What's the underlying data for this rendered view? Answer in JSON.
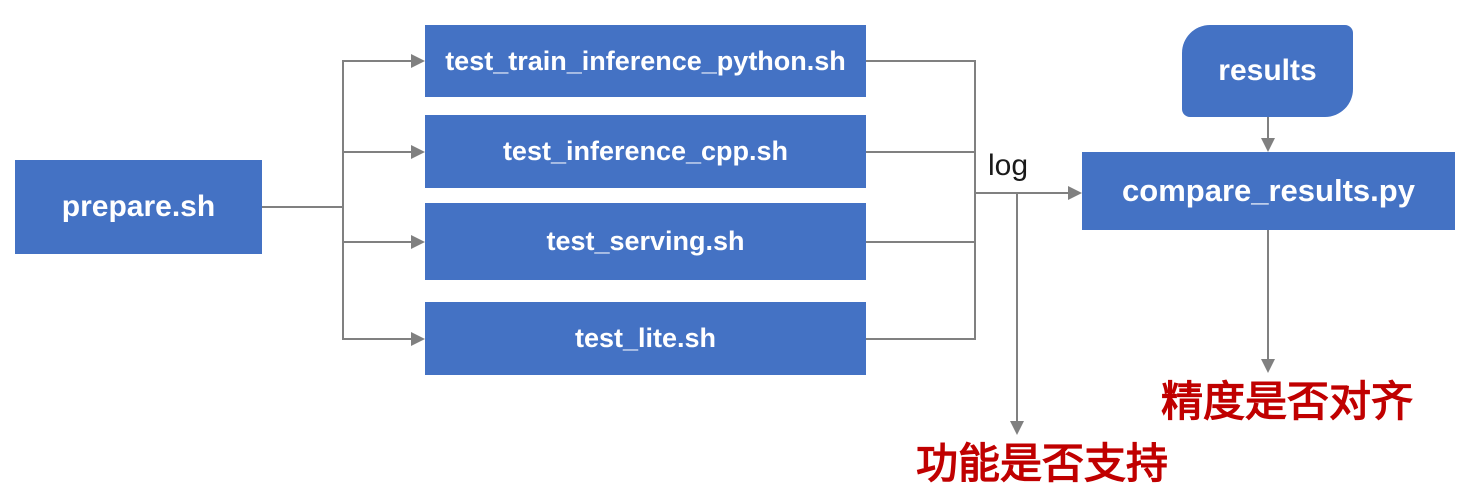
{
  "diagram": {
    "nodes": {
      "prepare": {
        "label": "prepare.sh",
        "shape": "rectangle"
      },
      "test_train": {
        "label": "test_train_inference_python.sh",
        "shape": "rectangle"
      },
      "test_cpp": {
        "label": "test_inference_cpp.sh",
        "shape": "rectangle"
      },
      "test_serving": {
        "label": "test_serving.sh",
        "shape": "rectangle"
      },
      "test_lite": {
        "label": "test_lite.sh",
        "shape": "rectangle"
      },
      "compare": {
        "label": "compare_results.py",
        "shape": "rectangle"
      },
      "results": {
        "label": "results",
        "shape": "rounded-diagonal-rectangle"
      }
    },
    "annotations": {
      "log_label": "log",
      "function_support": "功能是否支持",
      "precision_align": "精度是否对齐"
    },
    "edges": [
      {
        "from": "prepare.sh",
        "to": "test_train_inference_python.sh"
      },
      {
        "from": "prepare.sh",
        "to": "test_inference_cpp.sh"
      },
      {
        "from": "prepare.sh",
        "to": "test_serving.sh"
      },
      {
        "from": "prepare.sh",
        "to": "test_lite.sh"
      },
      {
        "from": "test_train_inference_python.sh",
        "to": "compare_results.py",
        "label": "log"
      },
      {
        "from": "test_inference_cpp.sh",
        "to": "compare_results.py",
        "label": "log"
      },
      {
        "from": "test_serving.sh",
        "to": "compare_results.py",
        "label": "log"
      },
      {
        "from": "test_lite.sh",
        "to": "compare_results.py",
        "label": "log"
      },
      {
        "from": "log",
        "to": "功能是否支持"
      },
      {
        "from": "results",
        "to": "compare_results.py"
      },
      {
        "from": "compare_results.py",
        "to": "精度是否对齐"
      }
    ],
    "colors": {
      "node_fill": "#4472C4",
      "node_text": "#FFFFFF",
      "connector": "#808080",
      "annotation_red": "#C00000",
      "log_text": "#1A1A1A",
      "background": "#FFFFFF"
    }
  }
}
